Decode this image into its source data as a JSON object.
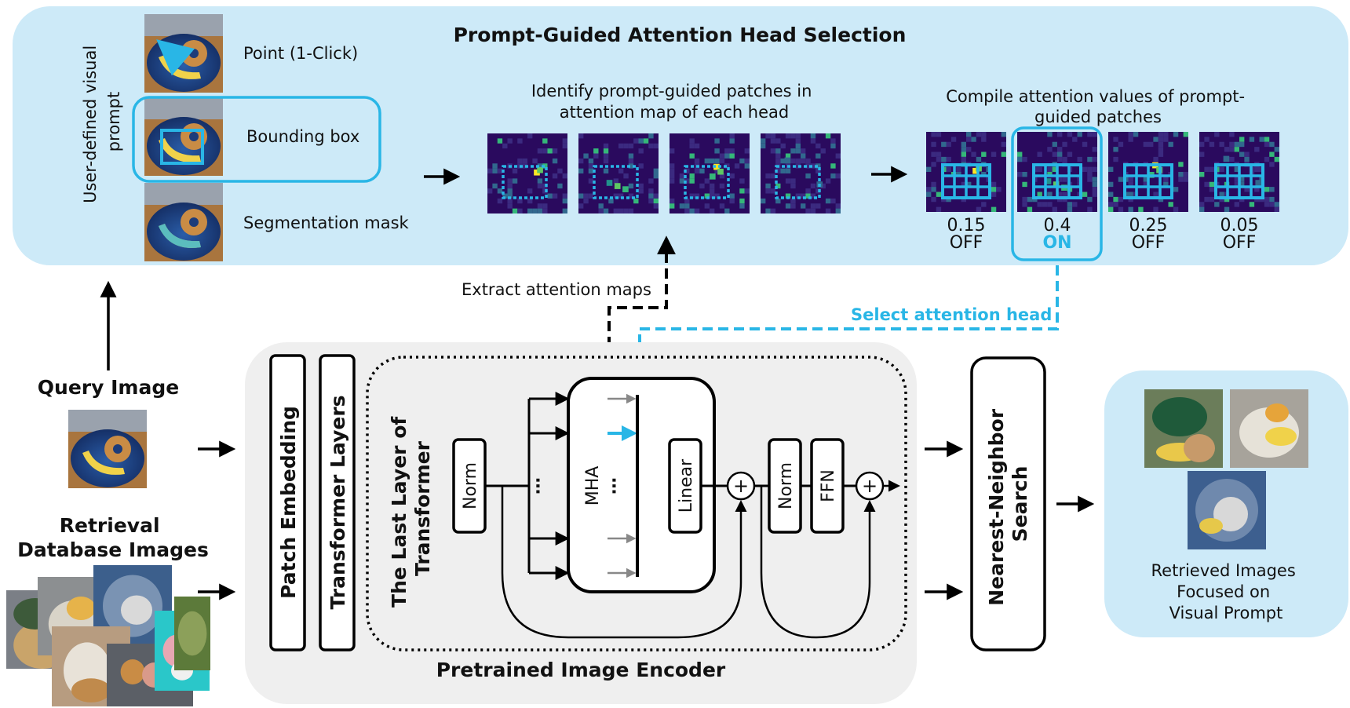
{
  "colors": {
    "accent": "#29b6e6",
    "panel_bg": "#cdeaf8",
    "encoder_bg": "#efefef",
    "heatmap_bg": "#2a0a5e",
    "bar": "#1a1a1a"
  },
  "top_panel": {
    "title": "Prompt-Guided Attention Head Selection",
    "side_label_line1": "User-defined visual",
    "side_label_line2": "prompt",
    "prompts": [
      {
        "label": "Point (1-Click)",
        "icon": "point-prompt-thumbnail"
      },
      {
        "label": "Bounding box",
        "icon": "bbox-prompt-thumbnail"
      },
      {
        "label": "Segmentation mask",
        "icon": "mask-prompt-thumbnail"
      }
    ],
    "identify_line1": "Identify prompt-guided patches in",
    "identify_line2": "attention map of each head",
    "compile_line1": "Compile attention values of prompt-",
    "compile_line2": "guided patches",
    "heads": [
      {
        "value": "0.15",
        "state": "OFF"
      },
      {
        "value": "0.4",
        "state": "ON"
      },
      {
        "value": "0.25",
        "state": "OFF"
      },
      {
        "value": "0.05",
        "state": "OFF"
      }
    ]
  },
  "labels": {
    "extract": "Extract attention maps",
    "select": "Select attention head",
    "query_image": "Query Image",
    "retrieval_line1": "Retrieval",
    "retrieval_line2": "Database Images",
    "patch_embedding": "Patch Embedding",
    "transformer_layers": "Transformer Layers",
    "last_layer_line1": "The Last Layer of",
    "last_layer_line2": "Transformer",
    "norm": "Norm",
    "mha": "MHA",
    "linear": "Linear",
    "ffn": "FFN",
    "plus": "+",
    "ellipsis": "⋯",
    "encoder": "Pretrained Image Encoder",
    "nn_line1": "Nearest-Neighbor",
    "nn_line2": "Search",
    "retrieved_line1": "Retrieved Images",
    "retrieved_line2": "Focused on",
    "retrieved_line3": "Visual Prompt"
  }
}
